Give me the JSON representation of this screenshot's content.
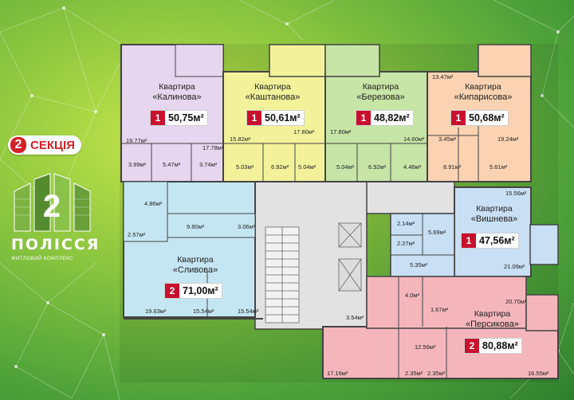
{
  "section": {
    "number": "2",
    "label": "СЕКЦІЯ"
  },
  "brand": {
    "logo_numeral": "2",
    "name": "ПОЛІССЯ",
    "tagline": "ЖИТЛОВИЙ КОМПЛЕКС"
  },
  "colors": {
    "kalynova": "#e6d6ef",
    "kashtanova": "#f3f29a",
    "berezova": "#c6e5a6",
    "kyparysova": "#fbd3b2",
    "vyshneva": "#c9dff3",
    "slyvova": "#c4e6f2",
    "persykova": "#f4b6bb",
    "corridor": "#e2e2e2",
    "accent": "#c8102e"
  },
  "apartments": [
    {
      "id": "kalynova",
      "title": "Квартира",
      "name": "«Калинова»",
      "rooms": "1",
      "area": "50,75м²",
      "room_areas": [
        "19.77м²",
        "17.78м²",
        "3.99м²",
        "5.47м²",
        "3.74м²"
      ]
    },
    {
      "id": "kashtanova",
      "title": "Квартира",
      "name": "«Каштанова»",
      "rooms": "1",
      "area": "50,61м²",
      "room_areas": [
        "17.80м²",
        "15.82м²",
        "5.03м²",
        "6.92м²",
        "5.04м²"
      ]
    },
    {
      "id": "berezova",
      "title": "Квартира",
      "name": "«Березова»",
      "rooms": "1",
      "area": "48,82м²",
      "room_areas": [
        "17.80м²",
        "14.60м²",
        "5.04м²",
        "6.92м²",
        "4.46м²"
      ]
    },
    {
      "id": "kyparysova",
      "title": "Квартира",
      "name": "«Кипарисова»",
      "rooms": "1",
      "area": "50,68м²",
      "room_areas": [
        "13.47м²",
        "19.24м²",
        "3.45м²",
        "8.91м²",
        "5.61м²"
      ]
    },
    {
      "id": "vyshneva",
      "title": "Квартира",
      "name": "«Вишнева»",
      "rooms": "1",
      "area": "47,56м²",
      "room_areas": [
        "15.56м²",
        "2.14м²",
        "5.69м²",
        "2.27м²",
        "21.09м²",
        "5.35м²"
      ]
    },
    {
      "id": "slyvova",
      "title": "Квартира",
      "name": "«Сливова»",
      "rooms": "2",
      "area": "71,00м²",
      "room_areas": [
        "4.86м²",
        "2.57м²",
        "9.80м²",
        "3.06м²",
        "19.63м²",
        "15.54м²",
        "15.54м²"
      ]
    },
    {
      "id": "persykova",
      "title": "Квартира",
      "name": "«Персикова»",
      "rooms": "2",
      "area": "80,88м²",
      "room_areas": [
        "4.0м²",
        "1.67м²",
        "20.70м²",
        "3.54м²",
        "12.56м²",
        "17.16м²",
        "2.35м²",
        "2.35м²",
        "16.55м²"
      ]
    }
  ]
}
